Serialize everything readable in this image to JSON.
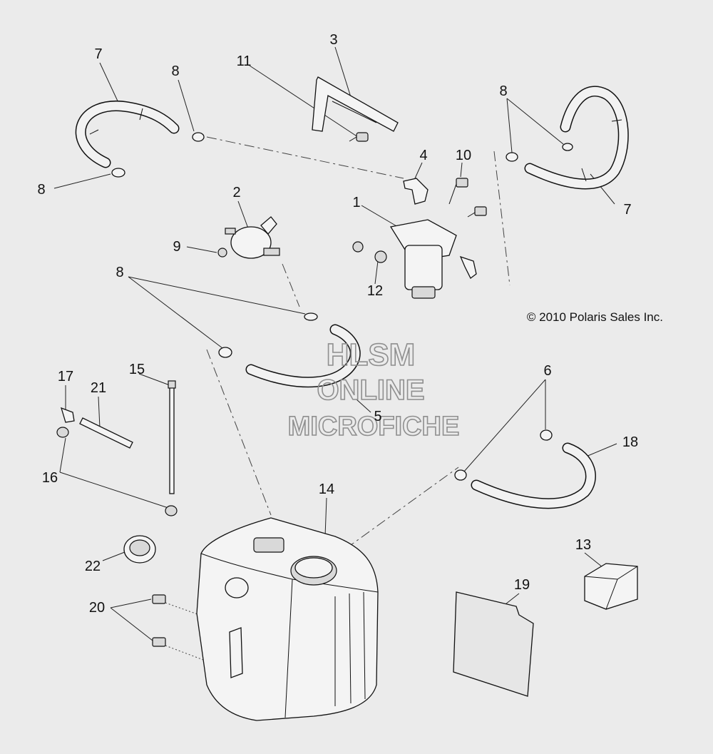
{
  "copyright": "© 2010 Polaris Sales Inc.",
  "watermark": {
    "line1": "HLSM",
    "line2": "ONLINE",
    "line3": "MICROFICHE"
  },
  "callouts": {
    "c1": "1",
    "c2": "2",
    "c3": "3",
    "c4": "4",
    "c5": "5",
    "c6": "6",
    "c7a": "7",
    "c7b": "7",
    "c8a": "8",
    "c8b": "8",
    "c8c": "8",
    "c8d": "8",
    "c9": "9",
    "c10": "10",
    "c11": "11",
    "c12": "12",
    "c13": "13",
    "c14": "14",
    "c15": "15",
    "c16": "16",
    "c17": "17",
    "c18": "18",
    "c19": "19",
    "c20": "20",
    "c21": "21",
    "c22": "22"
  }
}
